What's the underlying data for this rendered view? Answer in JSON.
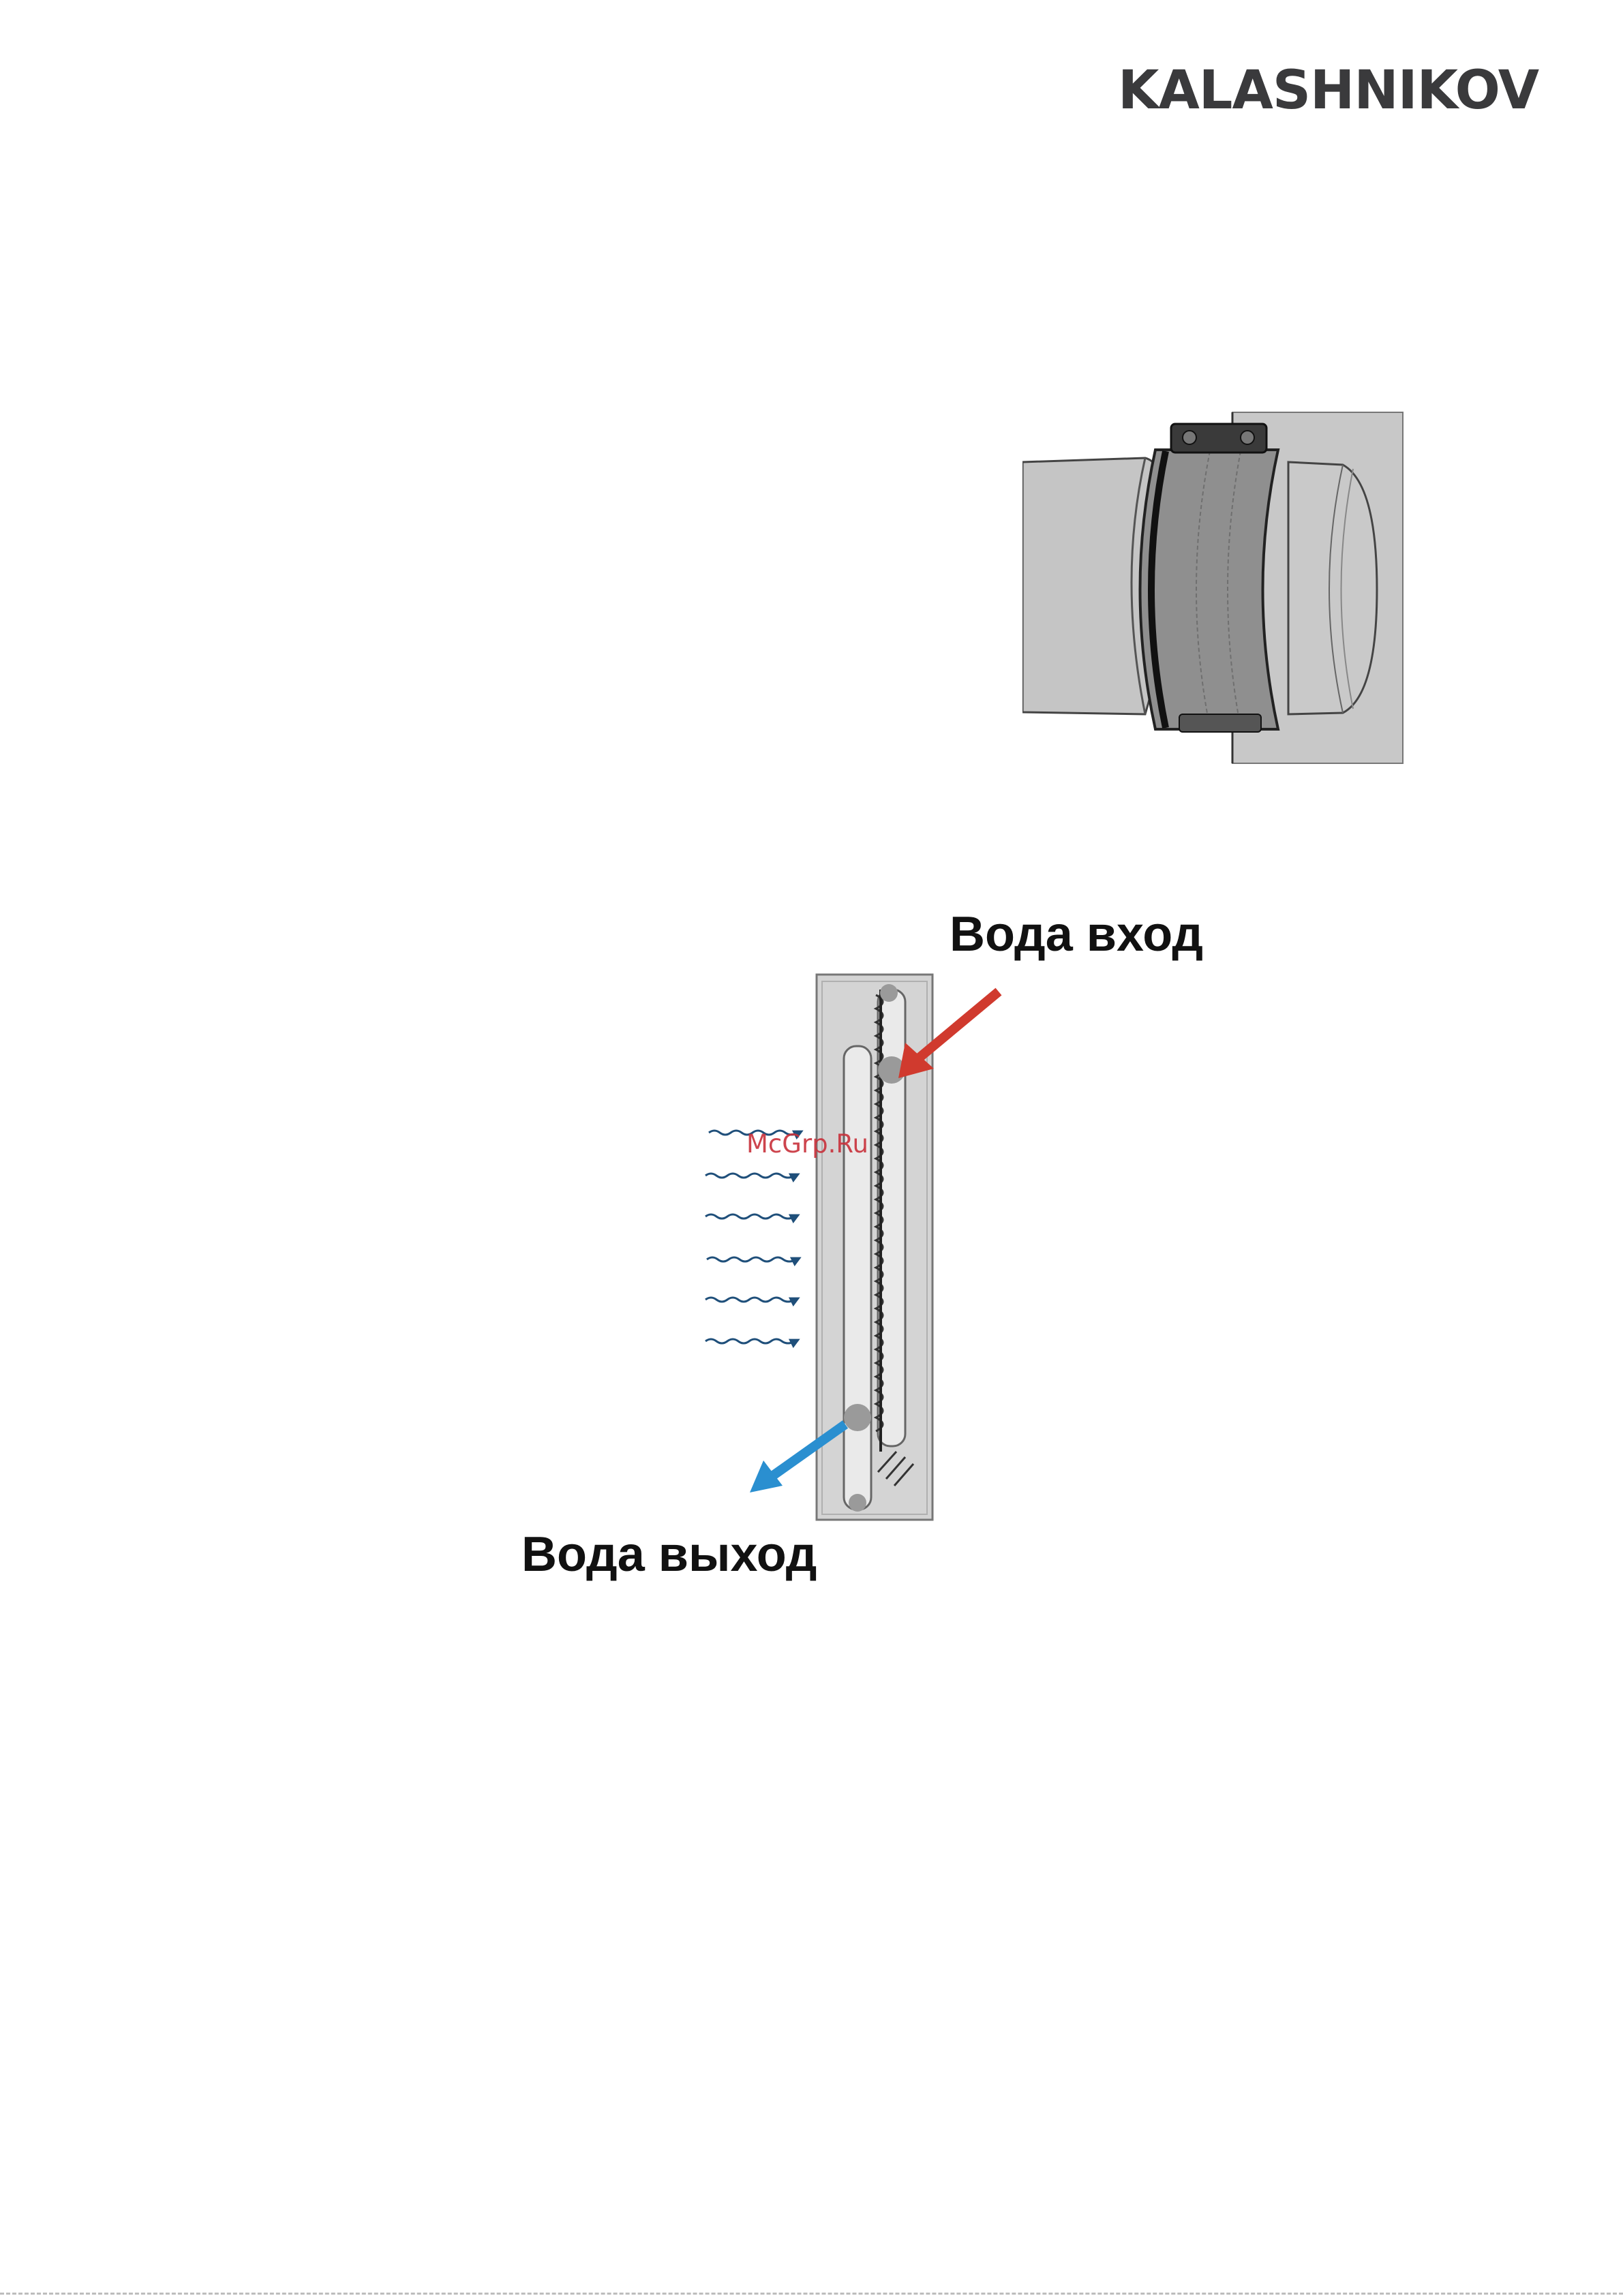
{
  "brand": {
    "logo_text": "KALASHNIKOV"
  },
  "figures": {
    "duct_clamp": {
      "icon": "duct-clamp-illustration"
    },
    "exchanger": {
      "label_in": "Вода вход",
      "label_out": "Вода выход",
      "color_in": "#d03a2e",
      "color_out": "#2a8fd0",
      "airflow_color": "#1f4f7a"
    }
  },
  "watermark": "McGrp.Ru"
}
